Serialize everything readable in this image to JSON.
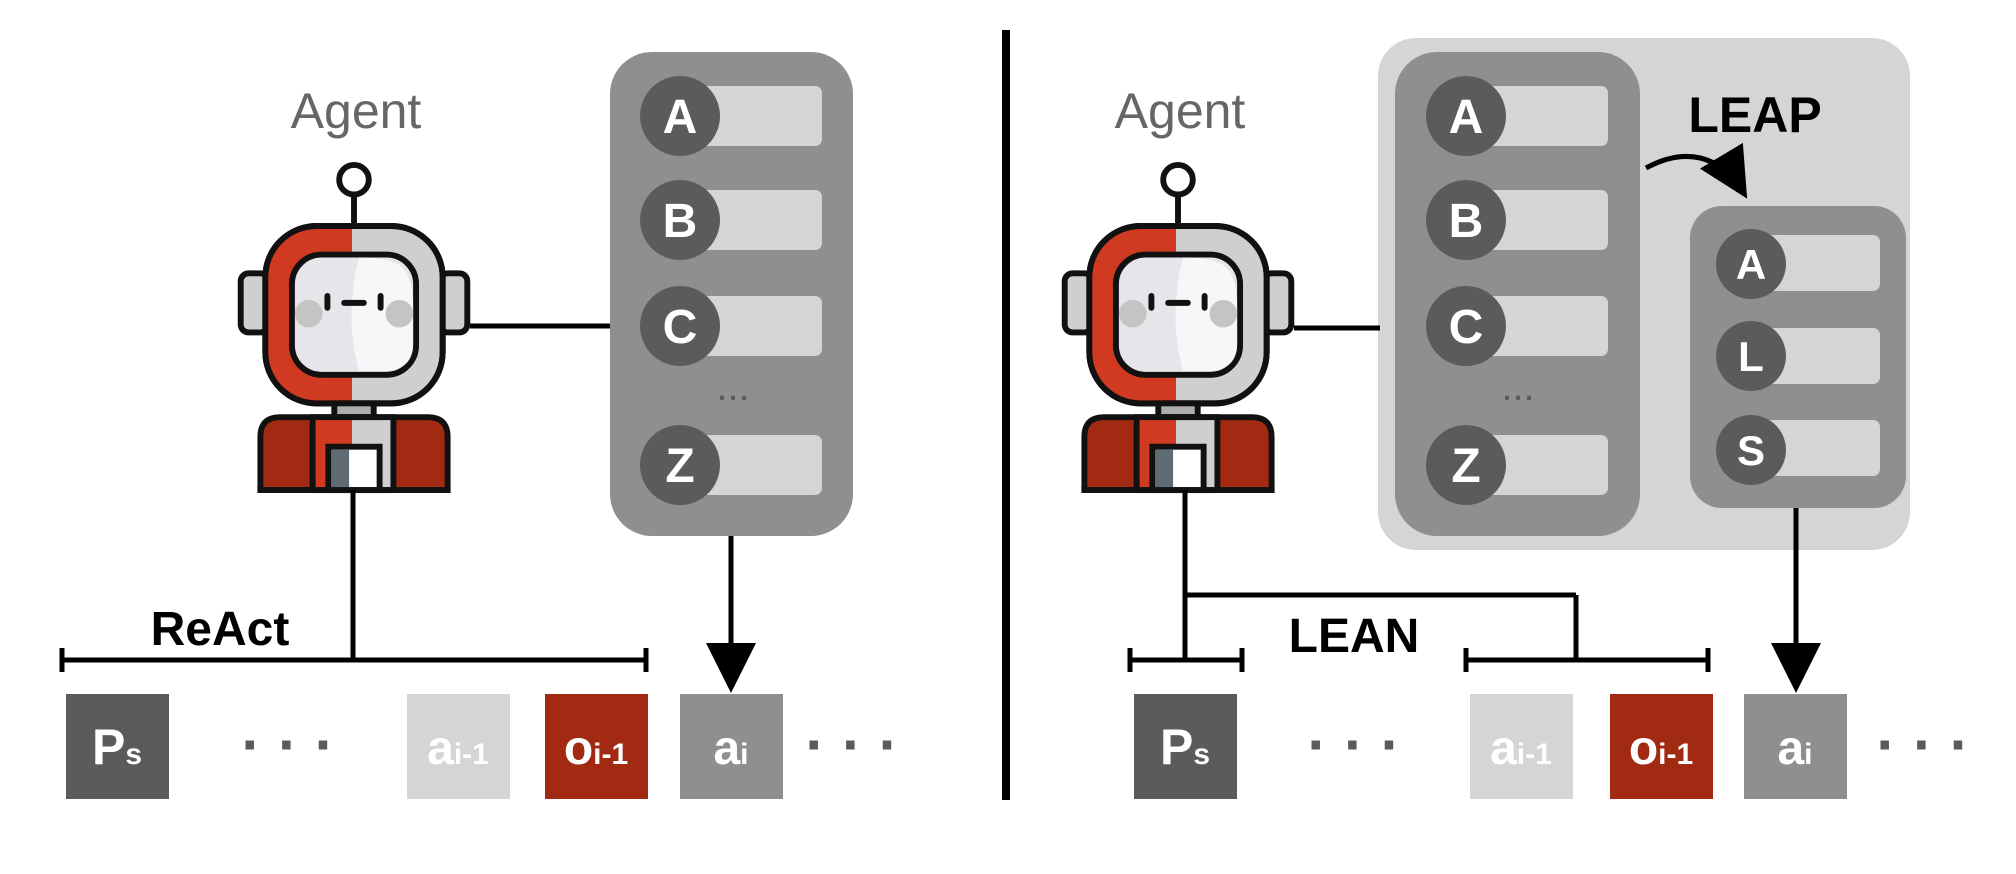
{
  "left": {
    "agent_label": "Agent",
    "method_label": "ReAct",
    "tools": [
      "A",
      "B",
      "C",
      "Z"
    ],
    "ellipsis": "...",
    "sequence": {
      "prompt": {
        "main": "P",
        "sub": "s"
      },
      "ellipsis": "· · ·",
      "prev_action": {
        "main": "a",
        "sub": "i-1"
      },
      "prev_obs": {
        "main": "o",
        "sub": "i-1"
      },
      "action": {
        "main": "a",
        "sub": "i"
      },
      "trailing_ellipsis": "· · ·"
    }
  },
  "right": {
    "agent_label": "Agent",
    "method_label": "LEAN",
    "leap_label": "LEAP",
    "tools": [
      "A",
      "B",
      "C",
      "Z"
    ],
    "ellipsis": "...",
    "selected_tools": [
      "A",
      "L",
      "S"
    ],
    "sequence": {
      "prompt": {
        "main": "P",
        "sub": "s"
      },
      "ellipsis": "· · ·",
      "prev_action": {
        "main": "a",
        "sub": "i-1"
      },
      "prev_obs": {
        "main": "o",
        "sub": "i-1"
      },
      "action": {
        "main": "a",
        "sub": "i"
      },
      "trailing_ellipsis": "· · ·"
    }
  },
  "colors": {
    "dark_gray": "#5b5b5b",
    "mid_gray": "#8f8f8f",
    "light_gray": "#d5d5d5",
    "red": "#a22a12",
    "robot_red": "#cf3a20"
  }
}
